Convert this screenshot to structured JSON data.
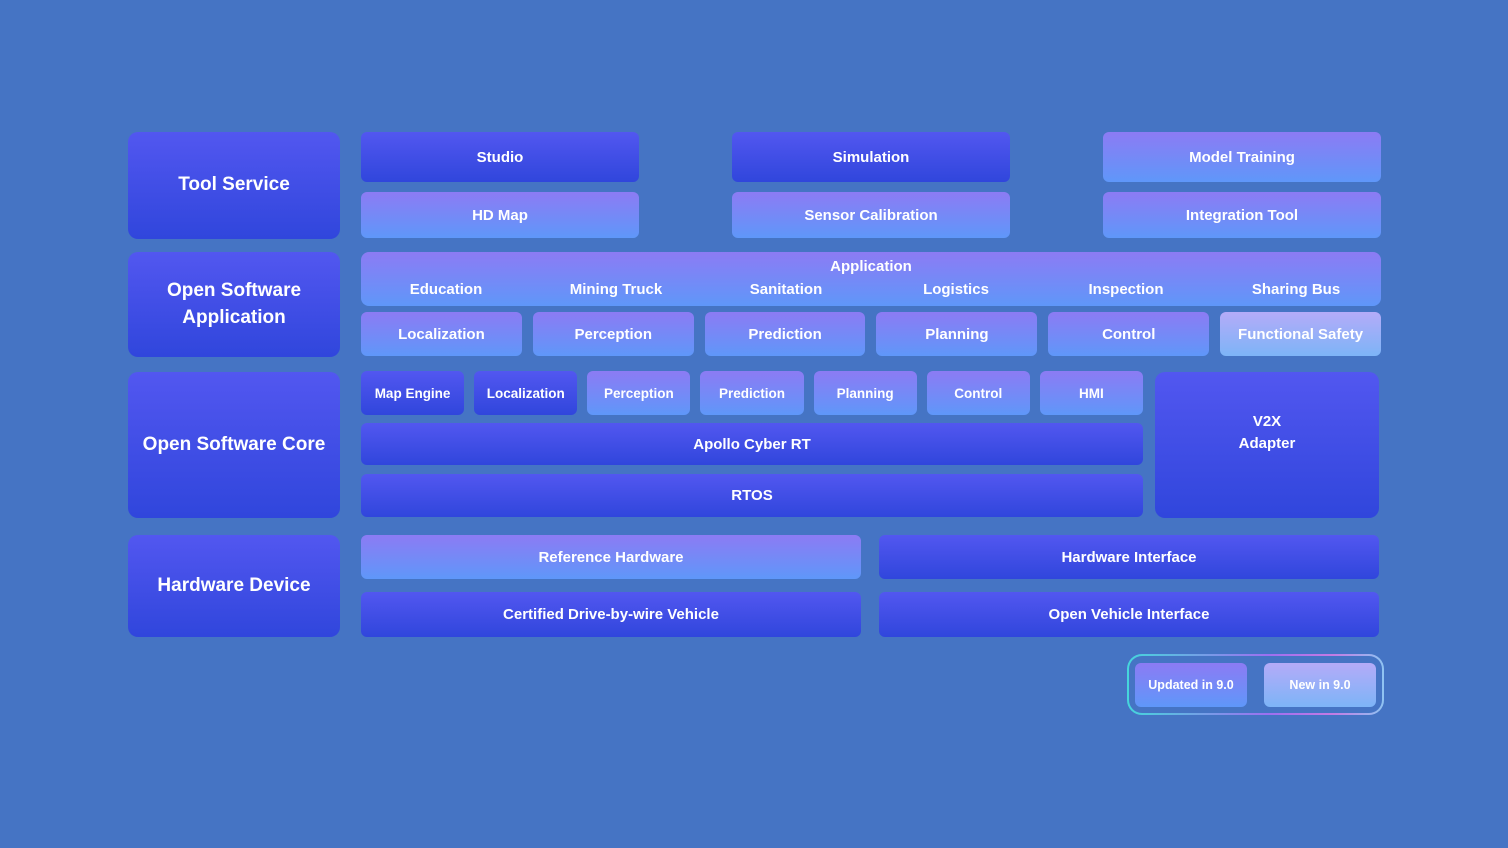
{
  "palette": {
    "background": "#4574c4",
    "box_dark_top": "#5257f0",
    "box_dark_bottom": "#3046dc",
    "box_updated_top": "#8c7bf4",
    "box_updated_bottom": "#5f97f9",
    "box_new_top": "#b4abf8",
    "box_new_bottom": "#7db4f7",
    "legend_border_teal": "#45d6dc",
    "legend_border_purple": "#b26ce6",
    "text": "#ffffff"
  },
  "section_labels": {
    "tool_service": "Tool Service",
    "open_software_application": "Open Software Application",
    "open_software_core": "Open Software Core",
    "hardware_device": "Hardware Device"
  },
  "tool_service": {
    "row1": [
      "Studio",
      "Simulation",
      "Model Training"
    ],
    "row2": [
      "HD Map",
      "Sensor Calibration",
      "Integration Tool"
    ]
  },
  "application": {
    "title": "Application",
    "domains": [
      "Education",
      "Mining Truck",
      "Sanitation",
      "Logistics",
      "Inspection",
      "Sharing Bus"
    ],
    "modules": [
      "Localization",
      "Perception",
      "Prediction",
      "Planning",
      "Control",
      "Functional Safety"
    ]
  },
  "core": {
    "modules": [
      "Map Engine",
      "Localization",
      "Perception",
      "Prediction",
      "Planning",
      "Control",
      "HMI"
    ],
    "middleware": "Apollo Cyber RT",
    "rtos": "RTOS",
    "v2x_line1": "V2X",
    "v2x_line2": "Adapter"
  },
  "hardware": {
    "reference_hardware": "Reference Hardware",
    "hardware_interface": "Hardware Interface",
    "certified_vehicle": "Certified Drive-by-wire Vehicle",
    "open_vehicle_interface": "Open Vehicle Interface"
  },
  "legend": {
    "updated": "Updated in 9.0",
    "new": "New in 9.0"
  }
}
